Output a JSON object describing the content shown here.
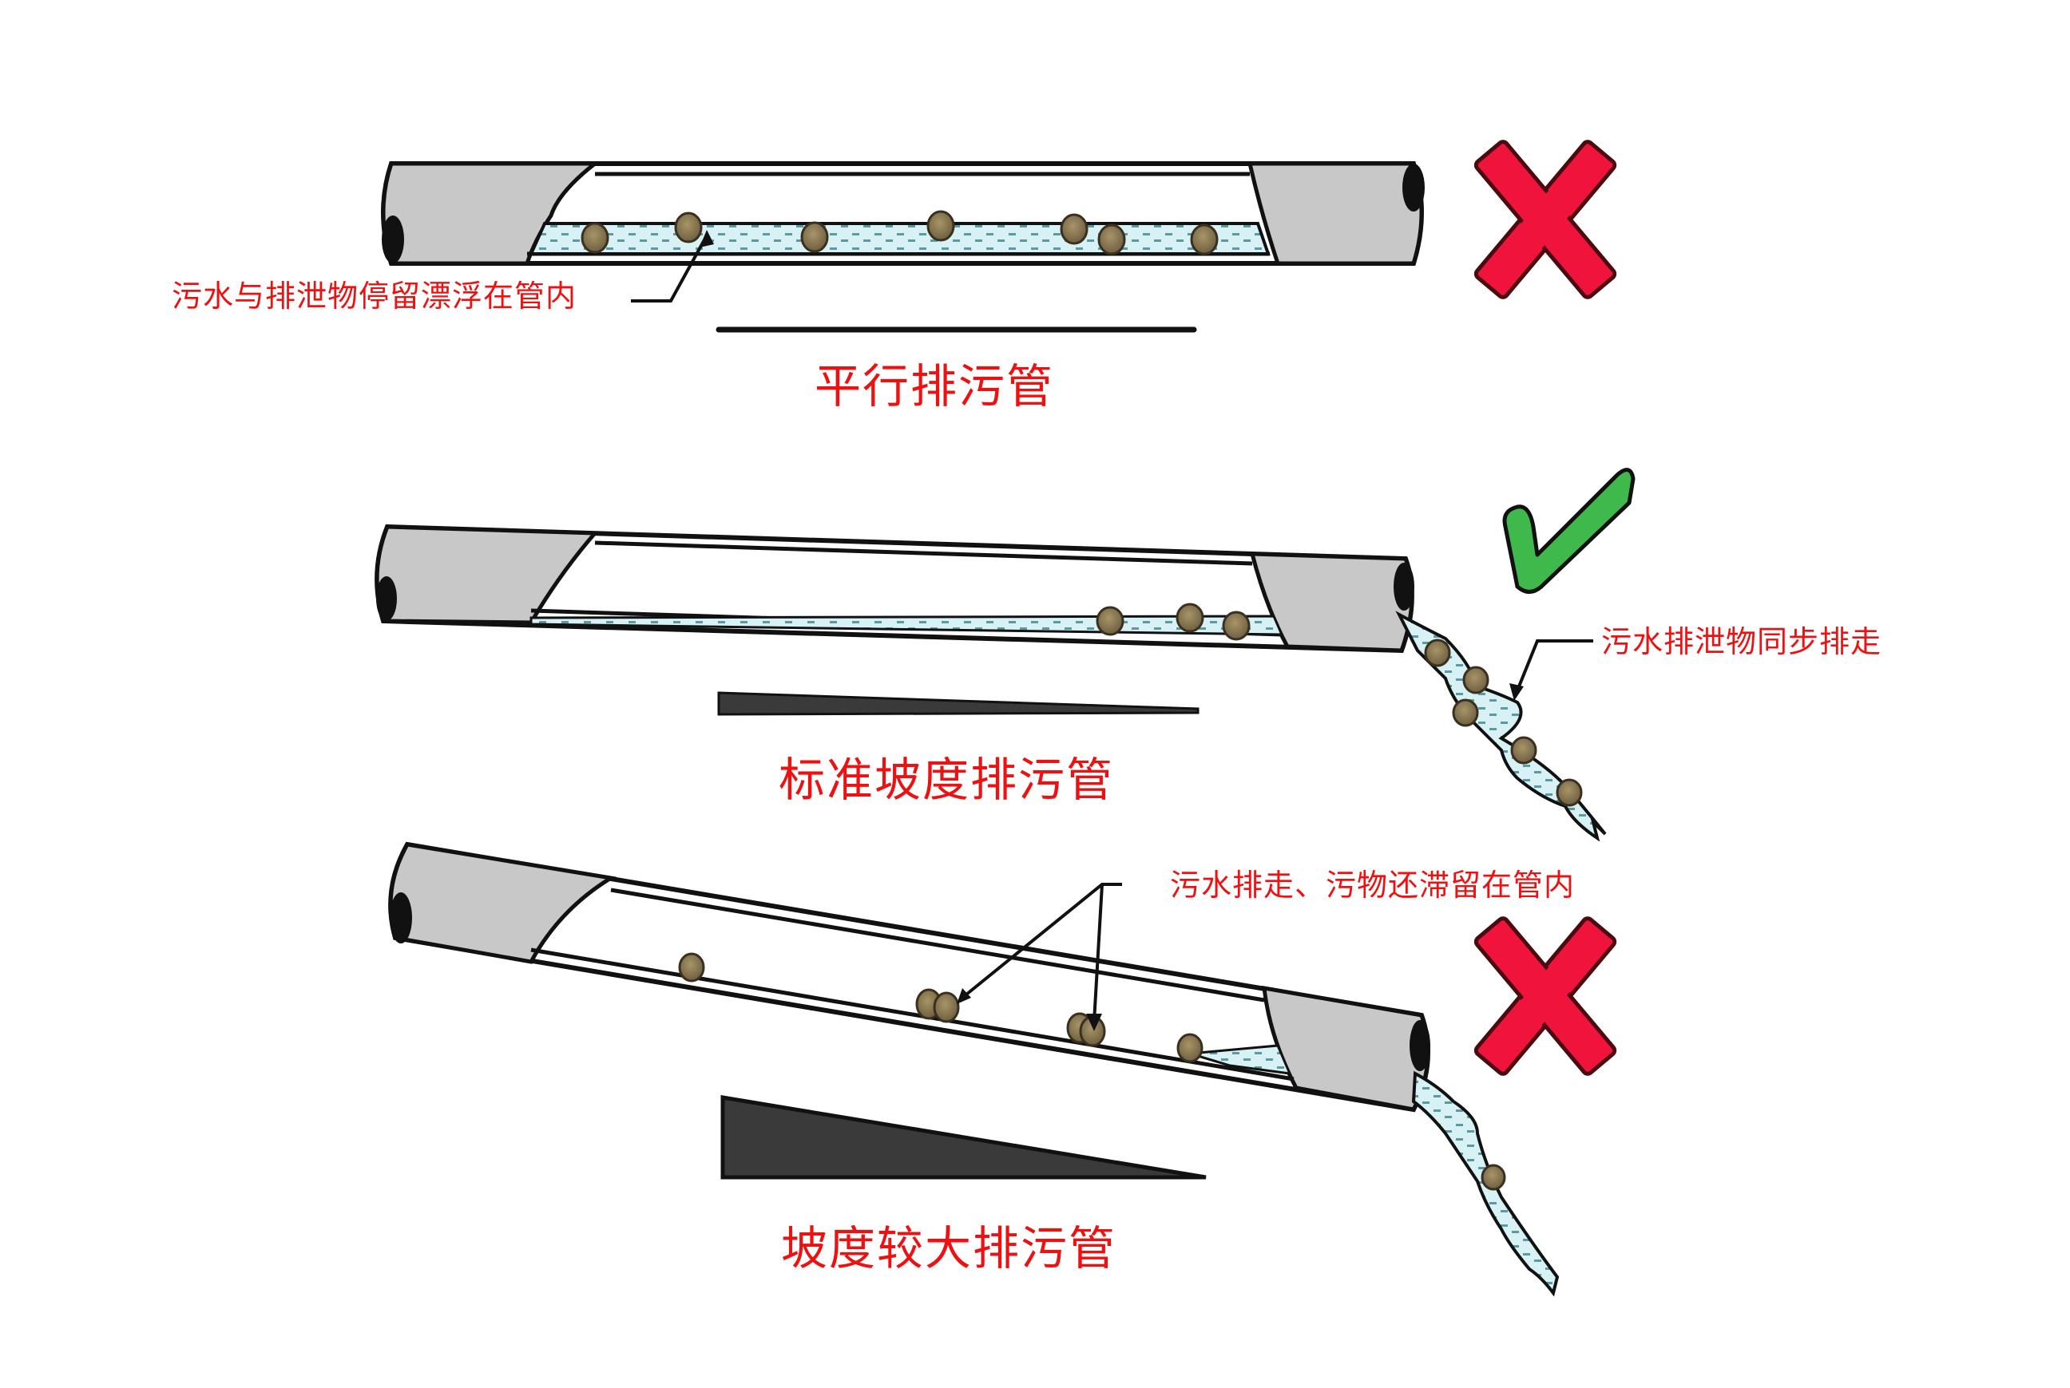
{
  "colors": {
    "label_red": "#ee1111",
    "pipe_gray": "#c8c8c8",
    "outline": "#111111",
    "water": "#d8f1f4",
    "water_dash": "#5a9aa0",
    "debris": "#8a7a55",
    "debris_outline": "#3a3020",
    "cross_red": "#f0143c",
    "check_green": "#3fb84c",
    "wedge_dark": "#3a3a3a"
  },
  "sections": [
    {
      "id": "parallel",
      "title": "平行排污管",
      "callout": "污水与排泄物停留漂浮在管内",
      "verdict": "incorrect",
      "verdict_icon": "red-cross-icon",
      "slope_indicator": "flat-line"
    },
    {
      "id": "standard-slope",
      "title": "标准坡度排污管",
      "callout": "污水排泄物同步排走",
      "verdict": "correct",
      "verdict_icon": "green-check-icon",
      "slope_indicator": "thin-wedge"
    },
    {
      "id": "steep-slope",
      "title": "坡度较大排污管",
      "callout": "污水排走、污物还滞留在管内",
      "verdict": "incorrect",
      "verdict_icon": "red-cross-icon",
      "slope_indicator": "large-wedge"
    }
  ]
}
